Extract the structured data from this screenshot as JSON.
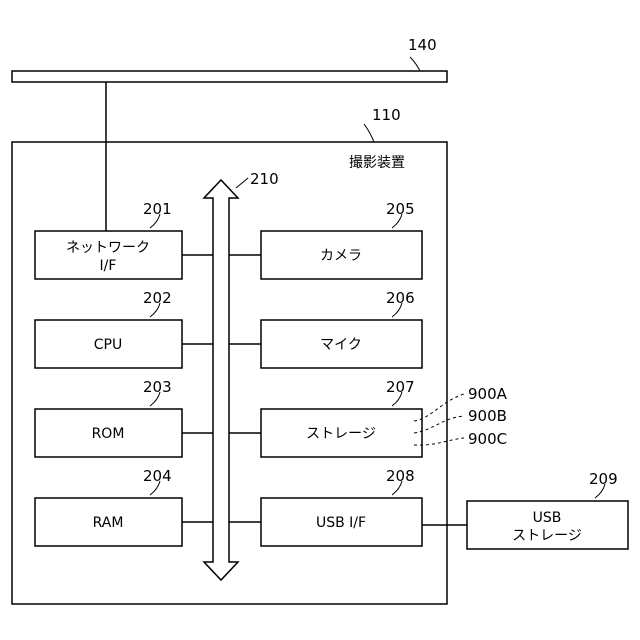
{
  "refs": {
    "bus": "140",
    "device": "110",
    "arrow_bus": "210",
    "network_if": "201",
    "cpu": "202",
    "rom": "203",
    "ram": "204",
    "camera": "205",
    "mic": "206",
    "storage": "207",
    "usb_if": "208",
    "usb_storage": "209",
    "data_a": "900A",
    "data_b": "900B",
    "data_c": "900C"
  },
  "labels": {
    "device_title": "撮影装置",
    "network_if_line1": "ネットワーク",
    "network_if_line2": "I/F",
    "cpu": "CPU",
    "rom": "ROM",
    "ram": "RAM",
    "camera": "カメラ",
    "mic": "マイク",
    "storage": "ストレージ",
    "usb_if": "USB I/F",
    "usb_storage_line1": "USB",
    "usb_storage_line2": "ストレージ"
  }
}
